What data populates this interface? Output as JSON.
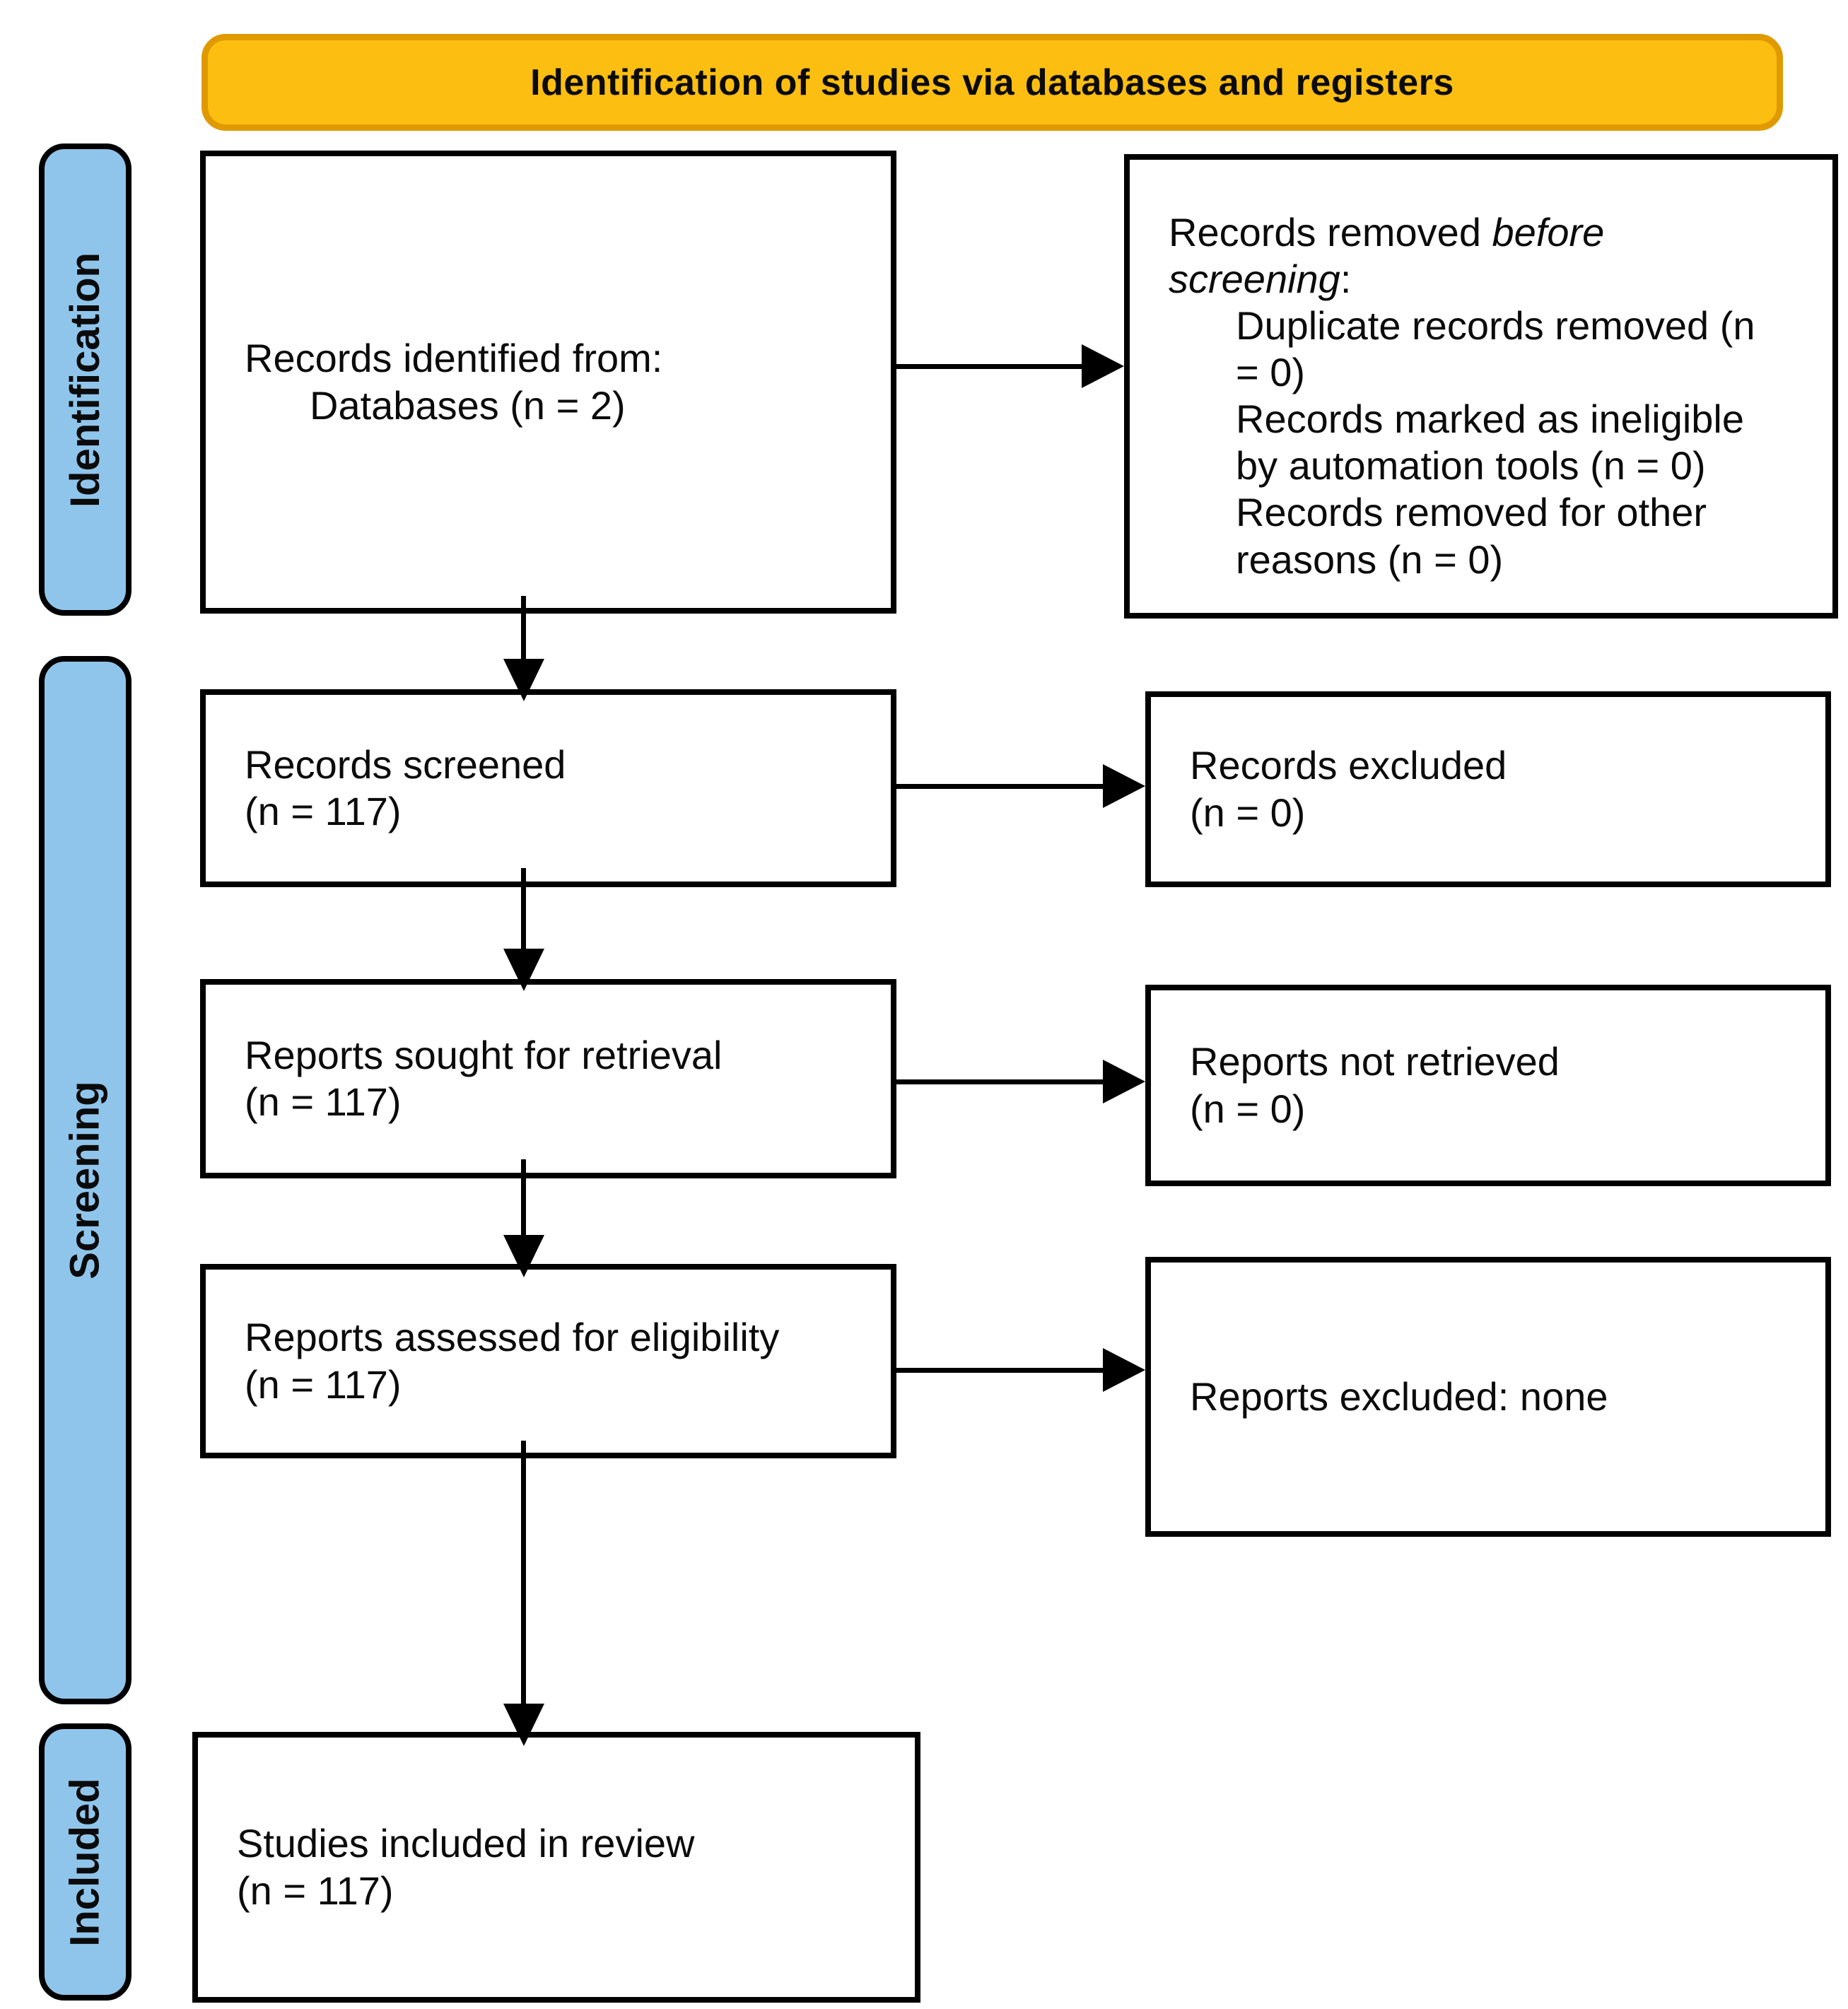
{
  "banner": {
    "title": "Identification of studies via databases and registers"
  },
  "stages": {
    "identification": "Identification",
    "screening": "Screening",
    "included": "Included"
  },
  "boxes": {
    "records_identified": {
      "line1": "Records identified from:",
      "line2": "Databases (n = 2)"
    },
    "records_removed": {
      "intro_plain": "Records removed ",
      "intro_italic": "before screening",
      "intro_colon": ":",
      "items": [
        "Duplicate records removed (n = 0)",
        "Records marked as ineligible by automation tools (n = 0)",
        "Records removed for other reasons (n = 0)"
      ]
    },
    "records_screened": {
      "line1": "Records screened",
      "line2": "(n = 117)"
    },
    "records_excluded": {
      "line1": "Records excluded",
      "line2": "(n = 0)"
    },
    "reports_sought": {
      "line1": "Reports sought for retrieval",
      "line2": "(n = 117)"
    },
    "reports_not_retrieved": {
      "line1": "Reports not retrieved",
      "line2": "(n = 0)"
    },
    "reports_assessed": {
      "line1": "Reports assessed for eligibility",
      "line2": "(n = 117)"
    },
    "reports_excluded": {
      "line1": "Reports excluded: none"
    },
    "studies_included": {
      "line1": "Studies included in review",
      "line2": "(n = 117)"
    }
  },
  "colors": {
    "banner-fill": "#FCBE10",
    "banner-border": "#E09A00",
    "stage-fill": "#90C5EB",
    "stroke": "#000000",
    "box-bg": "#FFFFFF"
  }
}
